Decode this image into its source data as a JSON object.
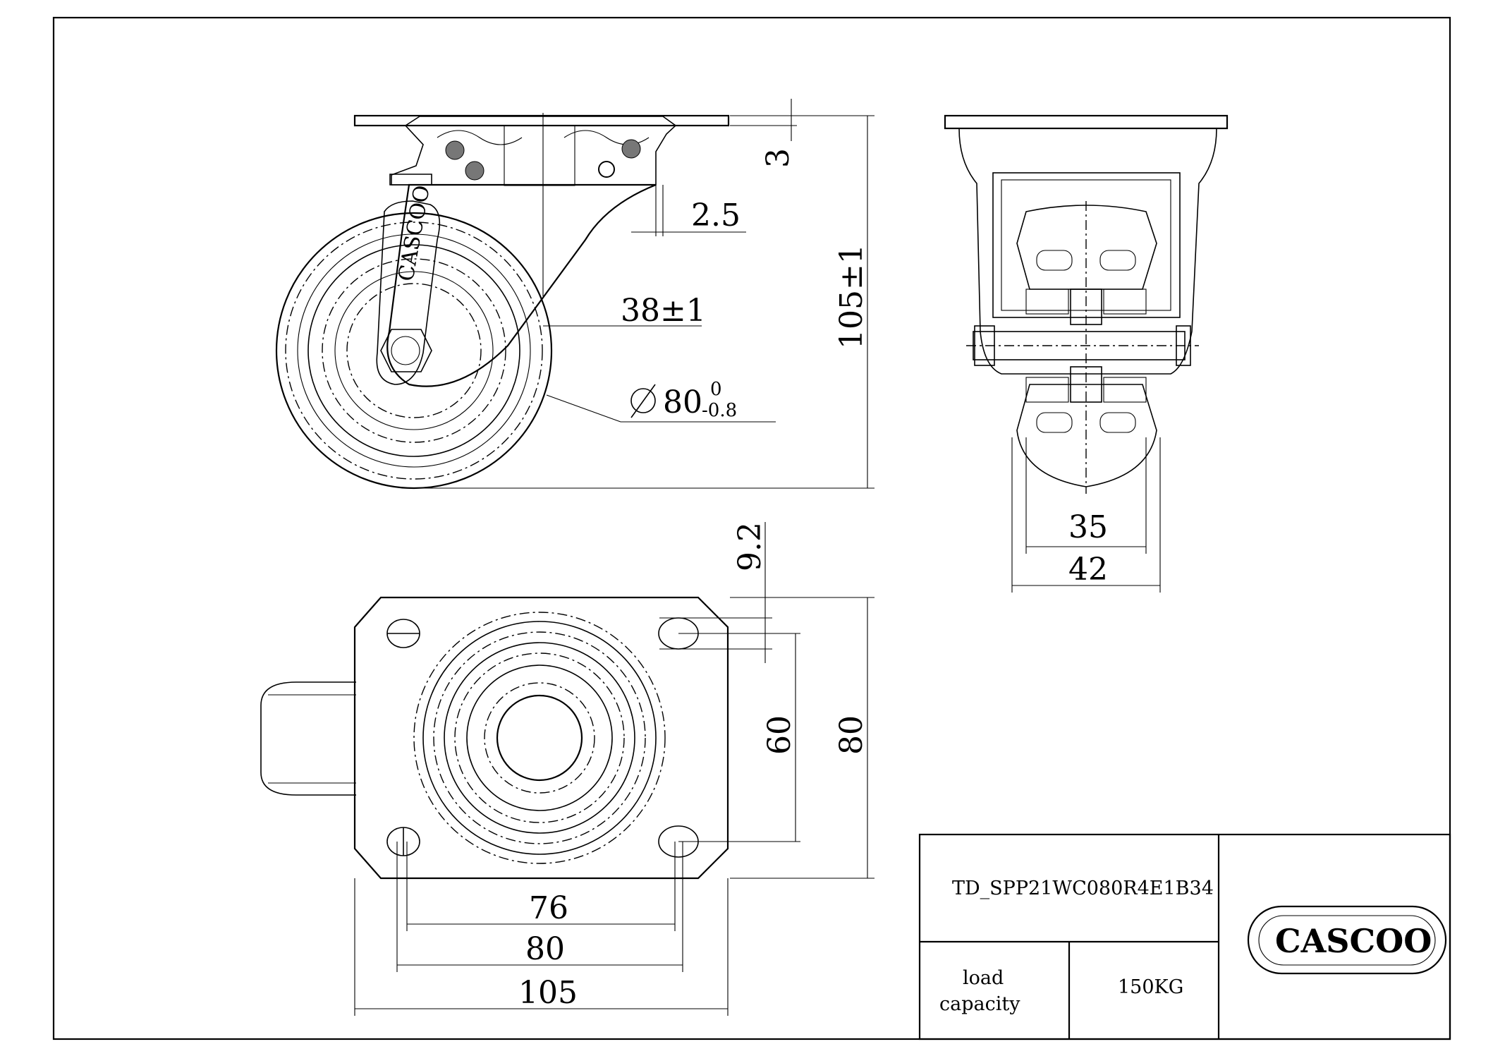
{
  "dimensions": {
    "plate_thickness": "3",
    "gap": "2.5",
    "offset": "38±1",
    "wheel_diameter": "80",
    "wheel_tol_upper": "0",
    "wheel_tol_lower": "-0.8",
    "overall_height": "105±1",
    "hub_width": "35",
    "wheel_width": "42",
    "slot_width": "9.2",
    "hole_spacing_y": "60",
    "plate_width_y": "80",
    "hole_spacing_x": "76",
    "hole_span_x": "80",
    "plate_length_x": "105"
  },
  "title_block": {
    "drawing_number": "TD_SPP21WC080R4E1B34",
    "load_label_line1": "load",
    "load_label_line2": "capacity",
    "load_value": "150KG",
    "logo_text": "CASCOO"
  },
  "colors": {
    "line": "#000000",
    "background": "#ffffff",
    "hatch_fill": "#d9d9d9"
  }
}
